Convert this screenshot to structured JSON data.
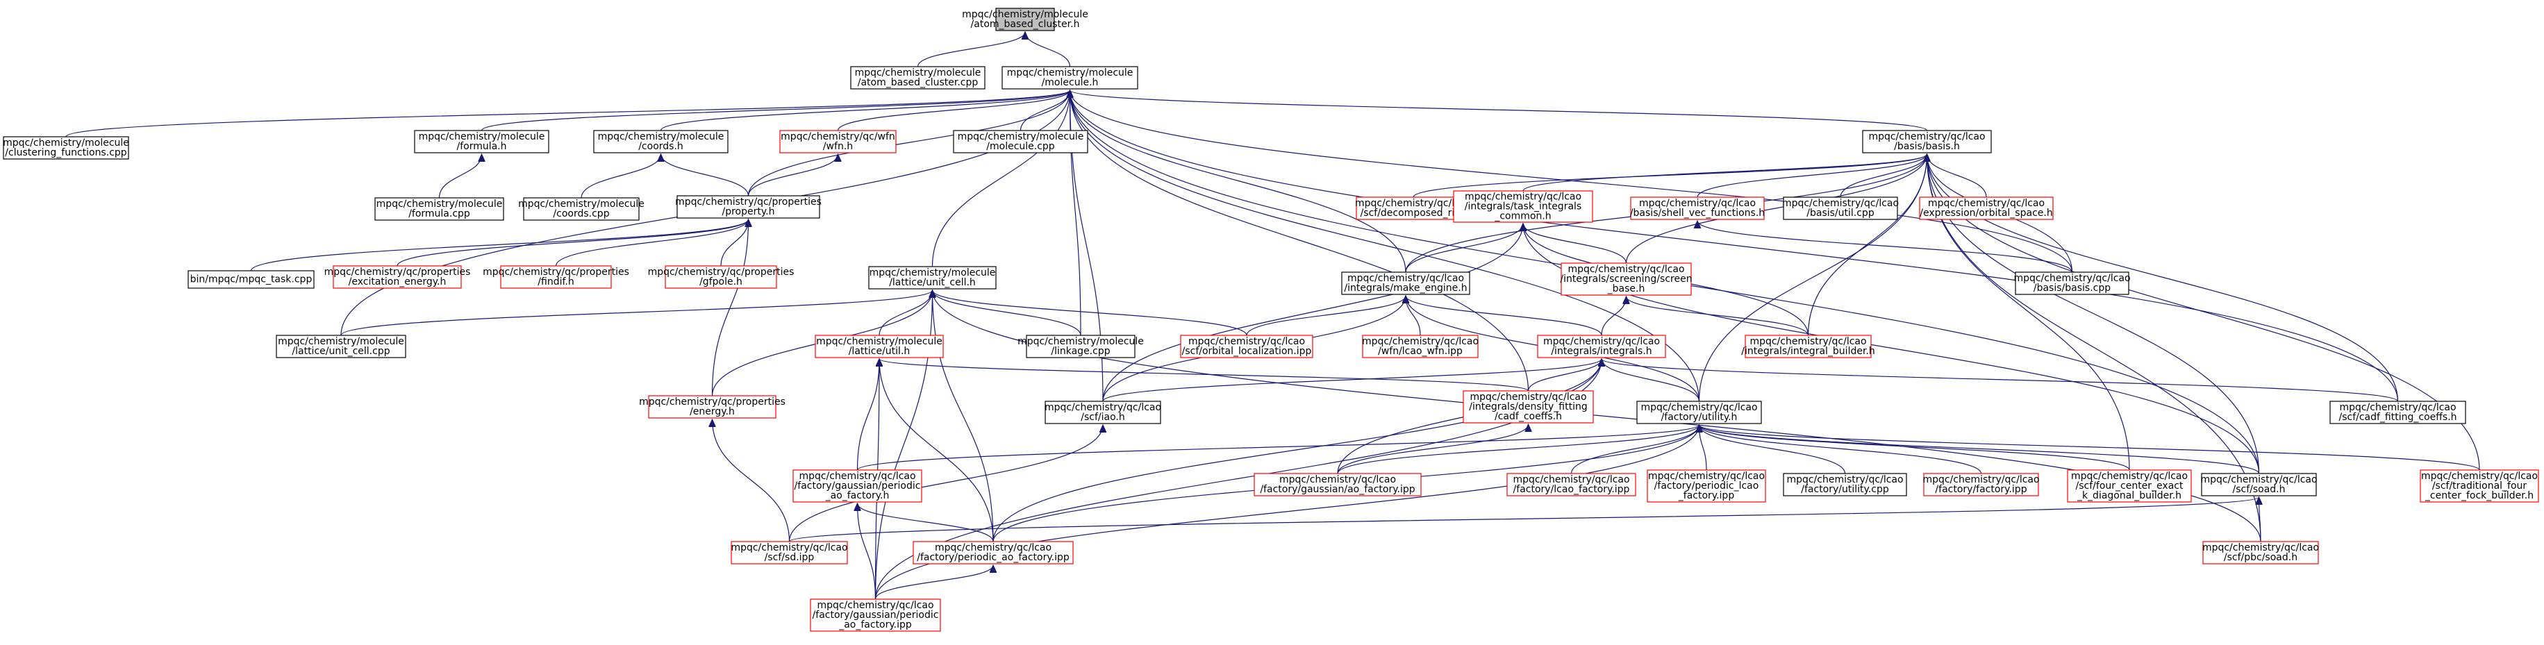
{
  "colors": {
    "edge": "#191970",
    "node_border": "#000000",
    "node_border_truncated": "#ff0000",
    "root_fill": "#bfbfbf"
  },
  "nodes": [
    {
      "id": "root",
      "lines": [
        "mpqc/chemistry/molecule",
        "/atom_based_cluster.h"
      ],
      "style": "root"
    },
    {
      "id": "abc_cpp",
      "lines": [
        "mpqc/chemistry/molecule",
        "/atom_based_cluster.cpp"
      ],
      "style": "black"
    },
    {
      "id": "molecule_h",
      "lines": [
        "mpqc/chemistry/molecule",
        "/molecule.h"
      ],
      "style": "black"
    },
    {
      "id": "clustering",
      "lines": [
        "mpqc/chemistry/molecule",
        "/clustering_functions.cpp"
      ],
      "style": "black"
    },
    {
      "id": "formula_h",
      "lines": [
        "mpqc/chemistry/molecule",
        "/formula.h"
      ],
      "style": "black"
    },
    {
      "id": "coords_h",
      "lines": [
        "mpqc/chemistry/molecule",
        "/coords.h"
      ],
      "style": "black"
    },
    {
      "id": "wfn_h",
      "lines": [
        "mpqc/chemistry/qc/wfn",
        "/wfn.h"
      ],
      "style": "red"
    },
    {
      "id": "molecule_cpp",
      "lines": [
        "mpqc/chemistry/molecule",
        "/molecule.cpp"
      ],
      "style": "black"
    },
    {
      "id": "basis_h",
      "lines": [
        "mpqc/chemistry/qc/lcao",
        "/basis/basis.h"
      ],
      "style": "black"
    },
    {
      "id": "formula_cpp",
      "lines": [
        "mpqc/chemistry/molecule",
        "/formula.cpp"
      ],
      "style": "black"
    },
    {
      "id": "coords_cpp",
      "lines": [
        "mpqc/chemistry/molecule",
        "/coords.cpp"
      ],
      "style": "black"
    },
    {
      "id": "property_h",
      "lines": [
        "mpqc/chemistry/qc/properties",
        "/property.h"
      ],
      "style": "black"
    },
    {
      "id": "decomposed_rij",
      "lines": [
        "mpqc/chemistry/qc/lcao",
        "/scf/decomposed_rij.h"
      ],
      "style": "red"
    },
    {
      "id": "task_integrals",
      "lines": [
        "mpqc/chemistry/qc/lcao",
        "/integrals/task_integrals",
        "_common.h"
      ],
      "style": "red"
    },
    {
      "id": "shell_vec",
      "lines": [
        "mpqc/chemistry/qc/lcao",
        "/basis/shell_vec_functions.h"
      ],
      "style": "red"
    },
    {
      "id": "basis_util",
      "lines": [
        "mpqc/chemistry/qc/lcao",
        "/basis/util.cpp"
      ],
      "style": "black"
    },
    {
      "id": "orbital_space",
      "lines": [
        "mpqc/chemistry/qc/lcao",
        "/expression/orbital_space.h"
      ],
      "style": "red"
    },
    {
      "id": "mpqc_task",
      "lines": [
        "bin/mpqc/mpqc_task.cpp"
      ],
      "style": "black"
    },
    {
      "id": "excitation_energy",
      "lines": [
        "mpqc/chemistry/qc/properties",
        "/excitation_energy.h"
      ],
      "style": "red"
    },
    {
      "id": "findif",
      "lines": [
        "mpqc/chemistry/qc/properties",
        "/findif.h"
      ],
      "style": "red"
    },
    {
      "id": "gfpole",
      "lines": [
        "mpqc/chemistry/qc/properties",
        "/gfpole.h"
      ],
      "style": "red"
    },
    {
      "id": "unit_cell_h",
      "lines": [
        "mpqc/chemistry/molecule",
        "/lattice/unit_cell.h"
      ],
      "style": "black"
    },
    {
      "id": "make_engine",
      "lines": [
        "mpqc/chemistry/qc/lcao",
        "/integrals/make_engine.h"
      ],
      "style": "black"
    },
    {
      "id": "screen_base",
      "lines": [
        "mpqc/chemistry/qc/lcao",
        "/integrals/screening/screen",
        "_base.h"
      ],
      "style": "red"
    },
    {
      "id": "basis_cpp",
      "lines": [
        "mpqc/chemistry/qc/lcao",
        "/basis/basis.cpp"
      ],
      "style": "black"
    },
    {
      "id": "unit_cell_cpp",
      "lines": [
        "mpqc/chemistry/molecule",
        "/lattice/unit_cell.cpp"
      ],
      "style": "black"
    },
    {
      "id": "lattice_util",
      "lines": [
        "mpqc/chemistry/molecule",
        "/lattice/util.h"
      ],
      "style": "red"
    },
    {
      "id": "linkage",
      "lines": [
        "mpqc/chemistry/molecule",
        "/linkage.cpp"
      ],
      "style": "black"
    },
    {
      "id": "orbital_localization",
      "lines": [
        "mpqc/chemistry/qc/lcao",
        "/scf/orbital_localization.ipp"
      ],
      "style": "red"
    },
    {
      "id": "cao_wfn",
      "lines": [
        "mpqc/chemistry/qc/lcao",
        "/wfn/lcao_wfn.ipp"
      ],
      "style": "red"
    },
    {
      "id": "integrals_h",
      "lines": [
        "mpqc/chemistry/qc/lcao",
        "/integrals/integrals.h"
      ],
      "style": "red"
    },
    {
      "id": "integral_builder",
      "lines": [
        "mpqc/chemistry/qc/lcao",
        "/integrals/integral_builder.h"
      ],
      "style": "red"
    },
    {
      "id": "energy_h",
      "lines": [
        "mpqc/chemistry/qc/properties",
        "/energy.h"
      ],
      "style": "red"
    },
    {
      "id": "iao_h",
      "lines": [
        "mpqc/chemistry/qc/lcao",
        "/scf/iao.h"
      ],
      "style": "black"
    },
    {
      "id": "cadf_coeffs",
      "lines": [
        "mpqc/chemistry/qc/lcao",
        "/integrals/density_fitting",
        "/cadf_coeffs.h"
      ],
      "style": "red"
    },
    {
      "id": "utility_h",
      "lines": [
        "mpqc/chemistry/qc/lcao",
        "/factory/utility.h"
      ],
      "style": "black"
    },
    {
      "id": "cadf_fitting",
      "lines": [
        "mpqc/chemistry/qc/lcao",
        "/scf/cadf_fitting_coeffs.h"
      ],
      "style": "black"
    },
    {
      "id": "gaussian_periodic_h",
      "lines": [
        "mpqc/chemistry/qc/lcao",
        "/factory/gaussian/periodic",
        "_ao_factory.h"
      ],
      "style": "red"
    },
    {
      "id": "gaussian_ao_ipp",
      "lines": [
        "mpqc/chemistry/qc/lcao",
        "/factory/gaussian/ao_factory.ipp"
      ],
      "style": "red"
    },
    {
      "id": "lcao_factory",
      "lines": [
        "mpqc/chemistry/qc/lcao",
        "/factory/lcao_factory.ipp"
      ],
      "style": "red"
    },
    {
      "id": "periodic_lcao",
      "lines": [
        "mpqc/chemistry/qc/lcao",
        "/factory/periodic_lcao",
        "_factory.ipp"
      ],
      "style": "red"
    },
    {
      "id": "utility_cpp",
      "lines": [
        "mpqc/chemistry/qc/lcao",
        "/factory/utility.cpp"
      ],
      "style": "black"
    },
    {
      "id": "factory_ipp",
      "lines": [
        "mpqc/chemistry/qc/lcao",
        "/factory/factory.ipp"
      ],
      "style": "red"
    },
    {
      "id": "four_center",
      "lines": [
        "mpqc/chemistry/qc/lcao",
        "/scf/four_center_exact",
        "_k_diagonal_builder.h"
      ],
      "style": "red"
    },
    {
      "id": "soad_h",
      "lines": [
        "mpqc/chemistry/qc/lcao",
        "/scf/soad.h"
      ],
      "style": "black"
    },
    {
      "id": "traditional",
      "lines": [
        "mpqc/chemistry/qc/lcao",
        "/scf/traditional_four",
        "_center_fock_builder.h"
      ],
      "style": "red"
    },
    {
      "id": "sd_ipp",
      "lines": [
        "mpqc/chemistry/qc/lcao",
        "/scf/sd.ipp"
      ],
      "style": "red"
    },
    {
      "id": "periodic_ao_ipp",
      "lines": [
        "mpqc/chemistry/qc/lcao",
        "/factory/periodic_ao_factory.ipp"
      ],
      "style": "red"
    },
    {
      "id": "pbc_soad",
      "lines": [
        "mpqc/chemistry/qc/lcao",
        "/scf/pbc/soad.h"
      ],
      "style": "red"
    },
    {
      "id": "gaussian_periodic_ipp",
      "lines": [
        "mpqc/chemistry/qc/lcao",
        "/factory/gaussian/periodic",
        "_ao_factory.ipp"
      ],
      "style": "red"
    }
  ],
  "edges": [
    [
      "abc_cpp",
      "root"
    ],
    [
      "molecule_h",
      "root"
    ],
    [
      "clustering",
      "molecule_h"
    ],
    [
      "formula_h",
      "molecule_h"
    ],
    [
      "coords_h",
      "molecule_h"
    ],
    [
      "wfn_h",
      "molecule_h"
    ],
    [
      "molecule_cpp",
      "molecule_h"
    ],
    [
      "basis_h",
      "molecule_h"
    ],
    [
      "property_h",
      "molecule_h"
    ],
    [
      "unit_cell_h",
      "molecule_h"
    ],
    [
      "make_engine",
      "molecule_h"
    ],
    [
      "basis_cpp",
      "molecule_h"
    ],
    [
      "unit_cell_cpp",
      "molecule_h"
    ],
    [
      "linkage",
      "molecule_h"
    ],
    [
      "iao_h",
      "molecule_h"
    ],
    [
      "utility_h",
      "molecule_h"
    ],
    [
      "cadf_fitting",
      "molecule_h"
    ],
    [
      "soad_h",
      "molecule_h"
    ],
    [
      "cadf_coeffs",
      "molecule_h"
    ],
    [
      "formula_cpp",
      "formula_h"
    ],
    [
      "coords_cpp",
      "coords_h"
    ],
    [
      "property_h",
      "coords_h"
    ],
    [
      "property_h",
      "wfn_h"
    ],
    [
      "decomposed_rij",
      "basis_h"
    ],
    [
      "task_integrals",
      "basis_h"
    ],
    [
      "shell_vec",
      "basis_h"
    ],
    [
      "basis_util",
      "basis_h"
    ],
    [
      "orbital_space",
      "basis_h"
    ],
    [
      "make_engine",
      "basis_h"
    ],
    [
      "screen_base",
      "basis_h"
    ],
    [
      "basis_cpp",
      "basis_h"
    ],
    [
      "integral_builder",
      "basis_h"
    ],
    [
      "cadf_fitting",
      "basis_h"
    ],
    [
      "four_center",
      "basis_h"
    ],
    [
      "soad_h",
      "basis_h"
    ],
    [
      "traditional",
      "basis_h"
    ],
    [
      "pbc_soad",
      "basis_h"
    ],
    [
      "utility_h",
      "basis_h"
    ],
    [
      "mpqc_task",
      "property_h"
    ],
    [
      "excitation_energy",
      "property_h"
    ],
    [
      "findif",
      "property_h"
    ],
    [
      "gfpole",
      "property_h"
    ],
    [
      "energy_h",
      "property_h"
    ],
    [
      "basis_cpp",
      "shell_vec"
    ],
    [
      "make_engine",
      "task_integrals"
    ],
    [
      "screen_base",
      "task_integrals"
    ],
    [
      "integral_builder",
      "task_integrals"
    ],
    [
      "iao_h",
      "task_integrals"
    ],
    [
      "soad_h",
      "task_integrals"
    ],
    [
      "unit_cell_cpp",
      "unit_cell_h"
    ],
    [
      "lattice_util",
      "unit_cell_h"
    ],
    [
      "linkage",
      "unit_cell_h"
    ],
    [
      "orbital_localization",
      "unit_cell_h"
    ],
    [
      "energy_h",
      "unit_cell_h"
    ],
    [
      "periodic_ao_ipp",
      "unit_cell_h"
    ],
    [
      "gaussian_periodic_ipp",
      "unit_cell_h"
    ],
    [
      "pbc_soad",
      "unit_cell_h"
    ],
    [
      "orbital_localization",
      "make_engine"
    ],
    [
      "cao_wfn",
      "make_engine"
    ],
    [
      "integrals_h",
      "make_engine"
    ],
    [
      "iao_h",
      "make_engine"
    ],
    [
      "utility_h",
      "make_engine"
    ],
    [
      "integrals_h",
      "screen_base"
    ],
    [
      "integral_builder",
      "screen_base"
    ],
    [
      "gaussian_periodic_h",
      "lattice_util"
    ],
    [
      "periodic_ao_ipp",
      "lattice_util"
    ],
    [
      "gaussian_periodic_ipp",
      "lattice_util"
    ],
    [
      "cadf_coeffs",
      "lattice_util"
    ],
    [
      "iao_h",
      "integrals_h"
    ],
    [
      "cadf_coeffs",
      "integrals_h"
    ],
    [
      "utility_h",
      "integrals_h"
    ],
    [
      "cadf_fitting",
      "integrals_h"
    ],
    [
      "gaussian_ao_ipp",
      "integrals_h"
    ],
    [
      "periodic_ao_ipp",
      "integrals_h"
    ],
    [
      "gaussian_periodic_ipp",
      "integrals_h"
    ],
    [
      "sd_ipp",
      "iao_h"
    ],
    [
      "gaussian_ao_ipp",
      "cadf_coeffs"
    ],
    [
      "sd_ipp",
      "energy_h"
    ],
    [
      "gaussian_periodic_h",
      "utility_h"
    ],
    [
      "gaussian_ao_ipp",
      "utility_h"
    ],
    [
      "lcao_factory",
      "utility_h"
    ],
    [
      "periodic_lcao",
      "utility_h"
    ],
    [
      "utility_cpp",
      "utility_h"
    ],
    [
      "factory_ipp",
      "utility_h"
    ],
    [
      "four_center",
      "utility_h"
    ],
    [
      "soad_h",
      "utility_h"
    ],
    [
      "traditional",
      "utility_h"
    ],
    [
      "periodic_ao_ipp",
      "utility_h"
    ],
    [
      "gaussian_periodic_ipp",
      "utility_h"
    ],
    [
      "periodic_ao_ipp",
      "gaussian_periodic_h"
    ],
    [
      "gaussian_periodic_ipp",
      "gaussian_periodic_h"
    ],
    [
      "pbc_soad",
      "soad_h"
    ],
    [
      "sd_ipp",
      "soad_h"
    ],
    [
      "gaussian_periodic_ipp",
      "periodic_ao_ipp"
    ]
  ]
}
